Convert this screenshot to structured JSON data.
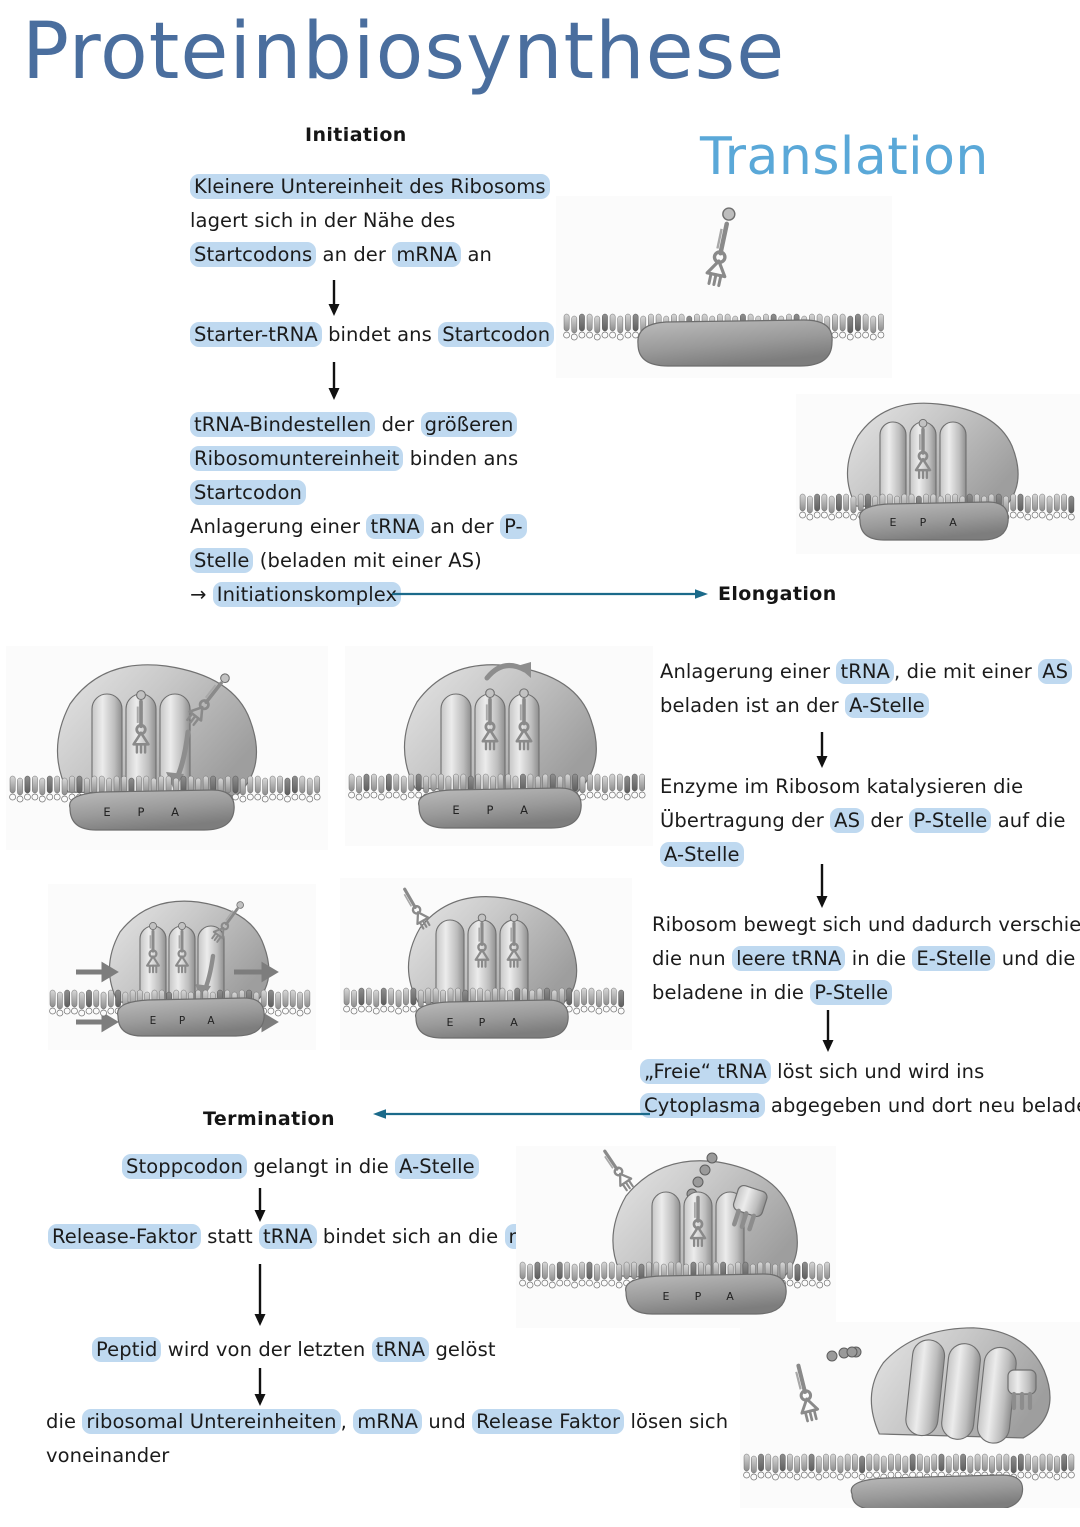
{
  "title": "Proteinbiosynthese",
  "subtitle": "Translation",
  "colors": {
    "title": "#4a6e9e",
    "subtitle": "#5aa8d8",
    "highlight": "#bfd9f0",
    "arrow_teal": "#1b6a8a",
    "text": "#1b1b1b"
  },
  "phases": {
    "initiation": "Initiation",
    "elongation": "Elongation",
    "termination": "Termination"
  },
  "initiation": {
    "steps": [
      {
        "lines": [
          [
            {
              "t": "Kleinere Untereinheit des Ribosoms",
              "h": true
            }
          ],
          [
            {
              "t": "lagert sich in der Nähe des",
              "h": false
            }
          ],
          [
            {
              "t": "Startcodons",
              "h": true
            },
            {
              "t": " an der ",
              "h": false
            },
            {
              "t": "mRNA",
              "h": true
            },
            {
              "t": " an",
              "h": false
            }
          ]
        ]
      },
      {
        "lines": [
          [
            {
              "t": "Starter-tRNA",
              "h": true
            },
            {
              "t": " bindet ans ",
              "h": false
            },
            {
              "t": "Startcodon",
              "h": true
            }
          ]
        ]
      },
      {
        "lines": [
          [
            {
              "t": "tRNA-Bindestellen",
              "h": true
            },
            {
              "t": " der ",
              "h": false
            },
            {
              "t": "größeren",
              "h": true
            }
          ],
          [
            {
              "t": "Ribosomuntereinheit",
              "h": true
            },
            {
              "t": " binden ans",
              "h": false
            }
          ],
          [
            {
              "t": "Startcodon",
              "h": true
            }
          ],
          [
            {
              "t": "Anlagerung einer ",
              "h": false
            },
            {
              "t": "tRNA",
              "h": true
            },
            {
              "t": " an der ",
              "h": false
            },
            {
              "t": "P-",
              "h": true
            }
          ],
          [
            {
              "t": "Stelle",
              "h": true
            },
            {
              "t": " (beladen mit einer ",
              "h": false
            },
            {
              "t": "AS",
              "h": false
            },
            {
              "t": ")",
              "h": false
            }
          ],
          [
            {
              "t": "→ ",
              "h": false
            },
            {
              "t": "Initiationskomplex",
              "h": true
            }
          ]
        ]
      }
    ]
  },
  "elongation": {
    "steps": [
      {
        "lines": [
          [
            {
              "t": "Anlagerung einer ",
              "h": false
            },
            {
              "t": "tRNA",
              "h": true
            },
            {
              "t": ", die mit einer ",
              "h": false
            },
            {
              "t": "AS",
              "h": true
            }
          ],
          [
            {
              "t": "beladen ist an der ",
              "h": false
            },
            {
              "t": "A-Stelle",
              "h": true
            }
          ]
        ]
      },
      {
        "lines": [
          [
            {
              "t": "Enzyme im Ribosom katalysieren die",
              "h": false
            }
          ],
          [
            {
              "t": "Übertragung der ",
              "h": false
            },
            {
              "t": "AS",
              "h": true
            },
            {
              "t": " der ",
              "h": false
            },
            {
              "t": "P-Stelle",
              "h": true
            },
            {
              "t": " auf die",
              "h": false
            }
          ],
          [
            {
              "t": "A-Stelle",
              "h": true
            }
          ]
        ]
      },
      {
        "lines": [
          [
            {
              "t": "Ribosom bewegt sich und dadurch verschiebt sich",
              "h": false
            }
          ],
          [
            {
              "t": "die nun ",
              "h": false
            },
            {
              "t": "leere tRNA",
              "h": true
            },
            {
              "t": " in die ",
              "h": false
            },
            {
              "t": "E-Stelle",
              "h": true
            },
            {
              "t": " und die",
              "h": false
            }
          ],
          [
            {
              "t": "beladene in die ",
              "h": false
            },
            {
              "t": "P-Stelle",
              "h": true
            }
          ]
        ]
      },
      {
        "lines": [
          [
            {
              "t": "„Freie“ tRNA",
              "h": true
            },
            {
              "t": " löst sich und wird ins",
              "h": false
            }
          ],
          [
            {
              "t": "Cytoplasma",
              "h": true
            },
            {
              "t": " abgegeben und dort neu beladen",
              "h": false
            }
          ]
        ]
      }
    ]
  },
  "termination": {
    "steps": [
      {
        "lines": [
          [
            {
              "t": "Stoppcodon",
              "h": true
            },
            {
              "t": " gelangt in die ",
              "h": false
            },
            {
              "t": "A-Stelle",
              "h": true
            }
          ]
        ]
      },
      {
        "lines": [
          [
            {
              "t": "Release-Faktor",
              "h": true
            },
            {
              "t": " statt ",
              "h": false
            },
            {
              "t": "tRNA",
              "h": true
            },
            {
              "t": " bindet sich an die ",
              "h": false
            },
            {
              "t": "mRNA",
              "h": true
            }
          ]
        ]
      },
      {
        "lines": [
          [
            {
              "t": "Peptid",
              "h": true
            },
            {
              "t": " wird von der letzten ",
              "h": false
            },
            {
              "t": "tRNA",
              "h": true
            },
            {
              "t": " gelöst",
              "h": false
            }
          ]
        ]
      },
      {
        "lines": [
          [
            {
              "t": "die ",
              "h": false
            },
            {
              "t": "ribosomal Untereinheiten",
              "h": true
            },
            {
              "t": ", ",
              "h": false
            },
            {
              "t": "mRNA",
              "h": true
            },
            {
              "t": " und ",
              "h": false
            },
            {
              "t": "Release Faktor",
              "h": true
            },
            {
              "t": " lösen sich",
              "h": false
            }
          ],
          [
            {
              "t": "voneinander",
              "h": false
            }
          ]
        ]
      }
    ]
  },
  "diagrams": {
    "site_labels": [
      "E",
      "P",
      "A"
    ],
    "panels": [
      {
        "name": "initiation-small-subunit-mrna",
        "sites": false
      },
      {
        "name": "initiation-complex-full-ribosome",
        "sites": true
      },
      {
        "name": "elongation-trna-enters-a-site",
        "sites": true
      },
      {
        "name": "elongation-peptidyl-transfer",
        "sites": true
      },
      {
        "name": "elongation-translocation",
        "sites": true
      },
      {
        "name": "elongation-trna-leaves-e-site",
        "sites": true
      },
      {
        "name": "termination-release-factor",
        "sites": true
      },
      {
        "name": "termination-dissociation",
        "sites": false
      }
    ]
  }
}
